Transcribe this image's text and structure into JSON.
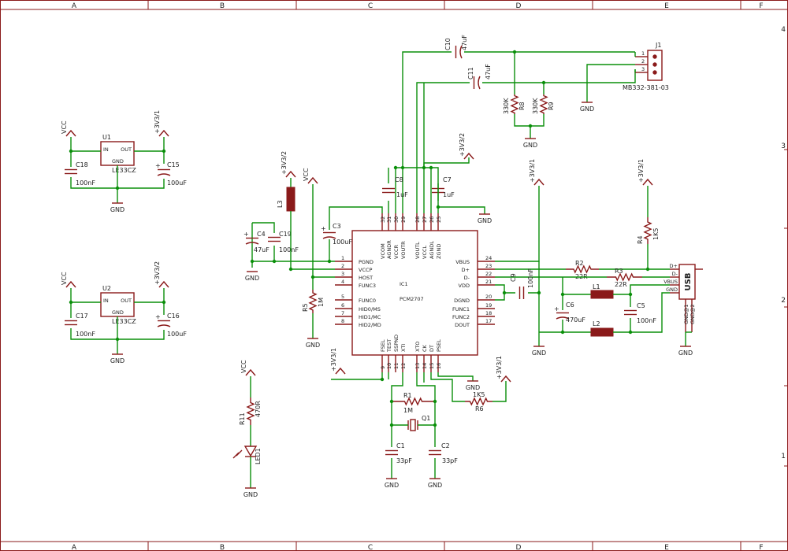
{
  "frame": {
    "col_labels": [
      "A",
      "B",
      "C",
      "D",
      "E",
      "F"
    ],
    "row_labels": [
      "4",
      "3",
      "2",
      "1"
    ]
  },
  "ic": {
    "name": "IC1",
    "value": "PCM2707",
    "left_pins": [
      {
        "num": "1",
        "name": "PGND"
      },
      {
        "num": "2",
        "name": "VCCP"
      },
      {
        "num": "3",
        "name": "HOST"
      },
      {
        "num": "4",
        "name": "FUNC3"
      },
      {
        "num": "5",
        "name": "FUNC0"
      },
      {
        "num": "6",
        "name": "HID0/MS"
      },
      {
        "num": "7",
        "name": "HID1/MC"
      },
      {
        "num": "8",
        "name": "HID2/MD"
      }
    ],
    "right_pins": [
      {
        "num": "24",
        "name": "VBUS"
      },
      {
        "num": "23",
        "name": "D+"
      },
      {
        "num": "22",
        "name": "D-"
      },
      {
        "num": "21",
        "name": "VDD"
      },
      {
        "num": "20",
        "name": "DGND"
      },
      {
        "num": "19",
        "name": "FUNC1"
      },
      {
        "num": "18",
        "name": "FUNC2"
      },
      {
        "num": "17",
        "name": "DOUT"
      }
    ],
    "top_pins": [
      {
        "num": "32",
        "name": "VCOM"
      },
      {
        "num": "31",
        "name": "AGNDR"
      },
      {
        "num": "30",
        "name": "VCCR"
      },
      {
        "num": "29",
        "name": "VOUTR"
      },
      {
        "num": "28",
        "name": "VOUTL"
      },
      {
        "num": "27",
        "name": "VCCL"
      },
      {
        "num": "26",
        "name": "AGNDL"
      },
      {
        "num": "25",
        "name": "ZGND"
      }
    ],
    "bottom_pins": [
      {
        "num": "9",
        "name": "FSEL"
      },
      {
        "num": "10",
        "name": "TEST"
      },
      {
        "num": "11",
        "name": "SSPND"
      },
      {
        "num": "12",
        "name": "XTI"
      },
      {
        "num": "13",
        "name": "XTO"
      },
      {
        "num": "14",
        "name": "CK"
      },
      {
        "num": "15",
        "name": "DT"
      },
      {
        "num": "16",
        "name": "PSEL"
      }
    ]
  },
  "regulators": [
    {
      "name": "U1",
      "value": "LE33CZ",
      "pin_in": "IN",
      "pin_out": "OUT",
      "pin_gnd": "GND",
      "vin": "VCC",
      "vout": "+3V3/1",
      "cin": "C18",
      "cin_val": "100nF",
      "cout": "C15",
      "cout_val": "100uF",
      "gnd": "GND"
    },
    {
      "name": "U2",
      "value": "LE33CZ",
      "pin_in": "IN",
      "pin_out": "OUT",
      "pin_gnd": "GND",
      "vin": "VCC",
      "vout": "+3V3/2",
      "cin": "C17",
      "cin_val": "100nF",
      "cout": "C16",
      "cout_val": "100uF",
      "gnd": "GND"
    }
  ],
  "components": {
    "r1": {
      "name": "R1",
      "value": "1M"
    },
    "r2": {
      "name": "R2",
      "value": "22R"
    },
    "r3": {
      "name": "R3",
      "value": "22R"
    },
    "r4": {
      "name": "R4",
      "value": "1K5"
    },
    "r5": {
      "name": "R5",
      "value": "1M"
    },
    "r6": {
      "name": "R6",
      "value": "1K5"
    },
    "r8": {
      "name": "R8",
      "value": "330K"
    },
    "r9": {
      "name": "R9",
      "value": "330K"
    },
    "r11": {
      "name": "R11",
      "value": "470R"
    },
    "c1": {
      "name": "C1",
      "value": "33pF"
    },
    "c2": {
      "name": "C2",
      "value": "33pF"
    },
    "c3": {
      "name": "C3",
      "value": "100uF"
    },
    "c4": {
      "name": "C4",
      "value": "47uF"
    },
    "c5": {
      "name": "C5",
      "value": "100nF"
    },
    "c6": {
      "name": "C6",
      "value": "470uF"
    },
    "c7": {
      "name": "C7",
      "value": "1uF"
    },
    "c8": {
      "name": "C8",
      "value": "1uF"
    },
    "c9": {
      "name": "C9",
      "value": "100nF"
    },
    "c10": {
      "name": "C10",
      "value": "47uF"
    },
    "c11": {
      "name": "C11",
      "value": "47uF"
    },
    "c19": {
      "name": "C19",
      "value": "100nF"
    },
    "l1": {
      "name": "L1"
    },
    "l2": {
      "name": "L2"
    },
    "l3": {
      "name": "L3"
    },
    "q1": {
      "name": "Q1"
    },
    "led1": {
      "name": "LED1"
    }
  },
  "connector": {
    "name": "J1",
    "value": "MB332-381-03",
    "pins": [
      "1",
      "2",
      "3"
    ]
  },
  "usb": {
    "label": "USB",
    "pins": [
      "D+",
      "D-",
      "VBUS",
      "GND"
    ],
    "shield": [
      "GND@1",
      "GND@2"
    ]
  },
  "supplies": {
    "gnd": "GND",
    "vcc": "VCC",
    "v31": "+3V3/1",
    "v32": "+3V3/2"
  }
}
